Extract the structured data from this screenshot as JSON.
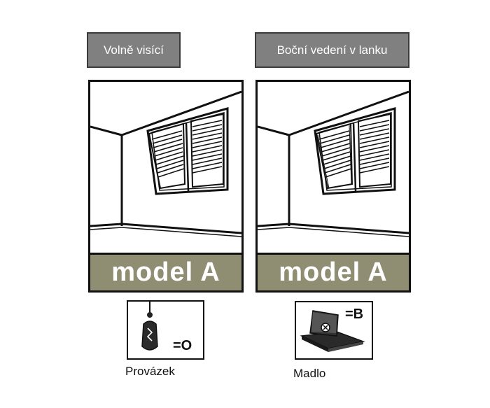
{
  "left": {
    "header": "Volně visící",
    "model_label": "model A",
    "control_code": "=O",
    "control_caption": "Provázek",
    "control_icon": "cord-pull-icon"
  },
  "right": {
    "header": "Boční vedení v lanku",
    "model_label": "model A",
    "control_code": "=B",
    "control_caption": "Madlo",
    "control_icon": "handle-icon"
  },
  "colors": {
    "header_bg": "#808080",
    "model_band": "#8f8d72"
  }
}
